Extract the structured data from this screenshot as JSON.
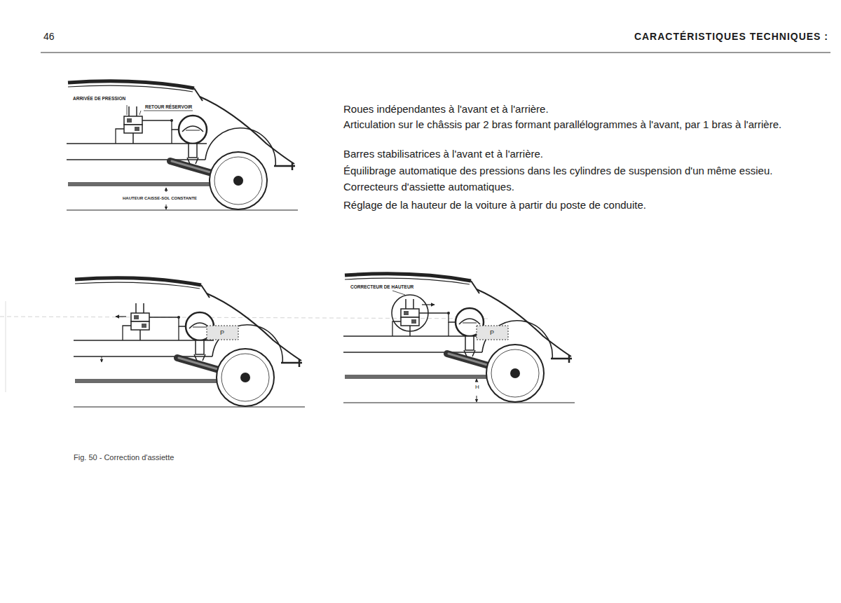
{
  "diagram": {
    "title": "CARACTÉRISTIQUES TECHNIQUES :",
    "caption": "Fig. 50 - Correction d'assiette",
    "labels": [
      "46",
      "Roues indépendantes à l'avant et à l'arrière.",
      "Articulation sur le châssis par 2 bras formant parallélogrammes à l'avant, par 1 bras à l'arrière.",
      "Barres stabilisatrices à l'avant et à l'arrière.",
      "Équilibrage automatique des pressions dans les cylindres de suspension d'un même essieu.",
      "Correcteurs d'assiette automatiques.",
      "Réglage de la hauteur de la voiture à partir du poste de conduite.",
      "ARRIVÉE DE PRESSION",
      "RETOUR RÉSERVOIR",
      "HAUTEUR CAISSE-SOL CONSTANTE",
      "P",
      "CORRECTEUR DE HAUTEUR",
      "P",
      "H"
    ]
  }
}
